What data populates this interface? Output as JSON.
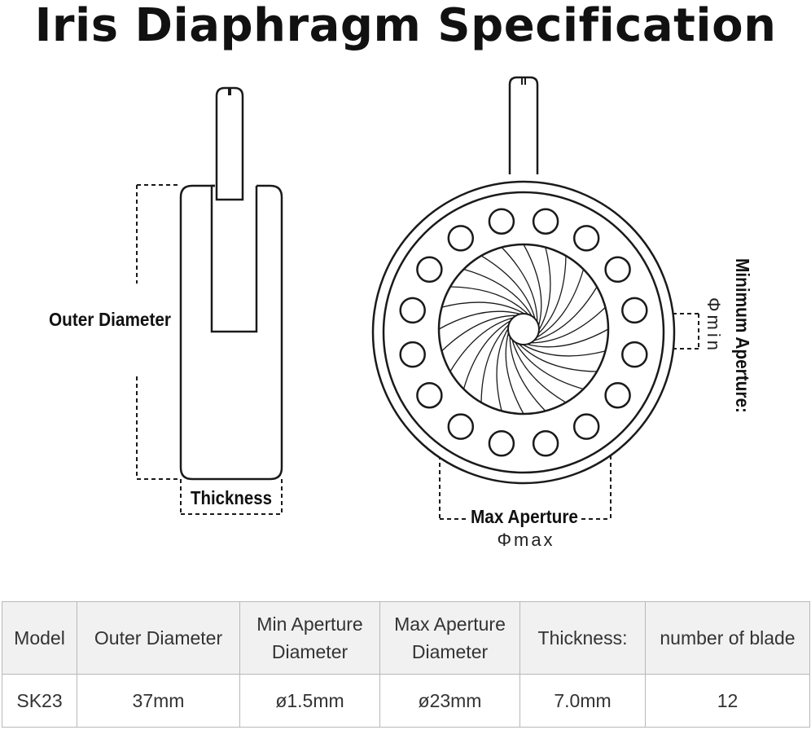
{
  "title": "Iris Diaphragm Specification",
  "labels": {
    "outer_diameter": "Outer Diameter",
    "thickness": "Thickness",
    "max_aperture": "Max Aperture",
    "phi_max": "Φmax",
    "minimum_aperture": "Minimum Aperture:",
    "phi_min": "Φmin"
  },
  "diagram": {
    "hole_count": 16,
    "blade_count": 12
  },
  "table": {
    "headers": [
      "Model",
      "Outer Diameter",
      "Min Aperture\nDiameter",
      "Max Aperture\nDiameter",
      "Thickness:",
      "number of blade"
    ],
    "rows": [
      [
        "SK23",
        "37mm",
        "ø1.5mm",
        "ø23mm",
        "7.0mm",
        "12"
      ]
    ]
  },
  "colors": {
    "line": "#1a1a1a",
    "table_border": "#b8b8b8",
    "header_bg": "#f1f1f1",
    "text": "#333333"
  }
}
